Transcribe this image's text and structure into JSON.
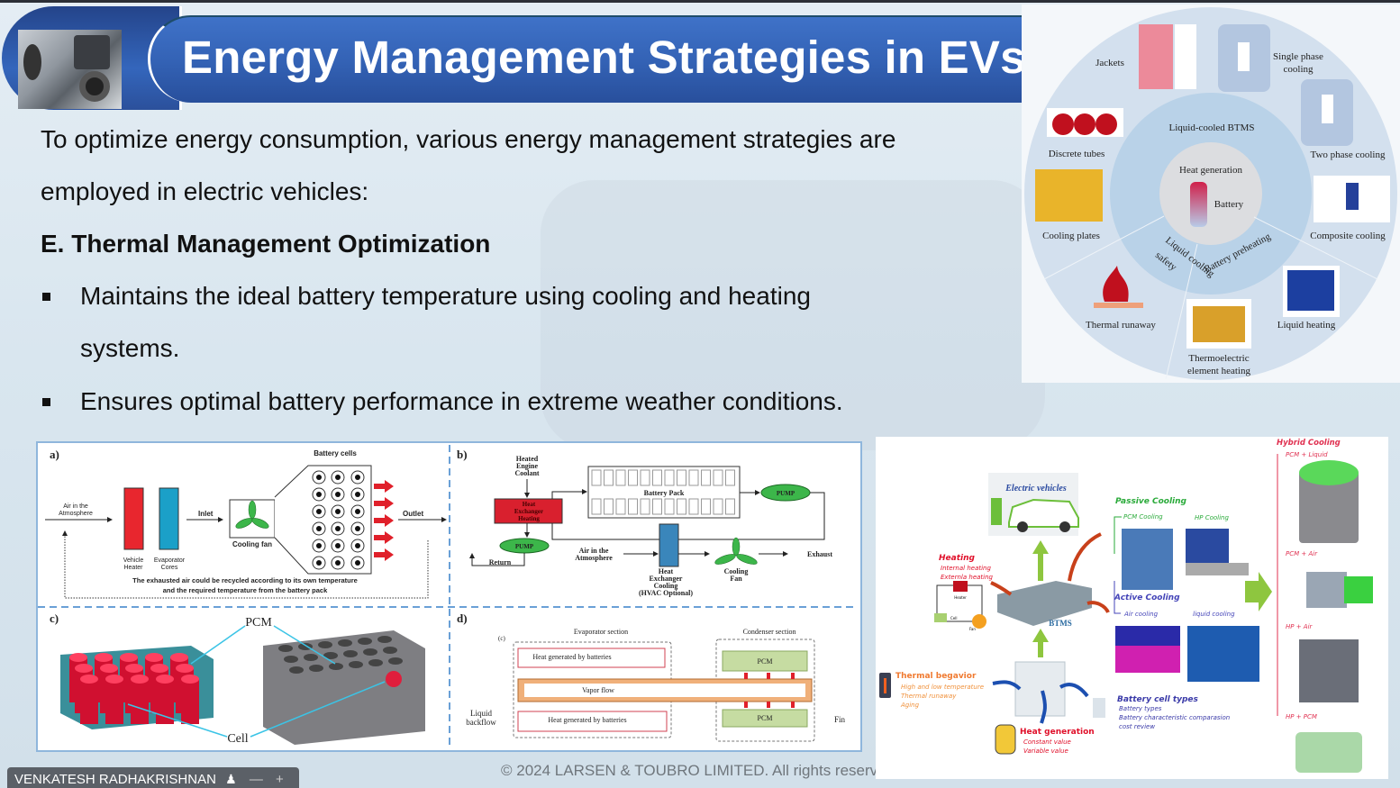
{
  "header": {
    "title": "Energy Management Strategies in EVs"
  },
  "content": {
    "intro_line1": "To optimize energy consumption, various energy management strategies are",
    "intro_line2": "employed in electric vehicles:",
    "section_heading": "E. Thermal Management Optimization",
    "bullets": [
      {
        "line1": "Maintains the ideal battery temperature using cooling and heating",
        "line2": "systems."
      },
      {
        "line1": "Ensures optimal battery performance in extreme weather conditions.",
        "line2": ""
      }
    ]
  },
  "figure_circle": {
    "center": {
      "top": "Heat generation",
      "battery": "Battery"
    },
    "ring": {
      "title": "Liquid-cooled BTMS",
      "left": "Liquid cooling",
      "left2": "safety",
      "right": "Battery preheating"
    },
    "outer": {
      "jackets": "Jackets",
      "single1": "Single phase",
      "single2": "cooling",
      "discrete": "Discrete tubes",
      "two_phase": "Two phase cooling",
      "plates": "Cooling plates",
      "composite": "Composite cooling",
      "runaway": "Thermal runaway",
      "liquid_heating": "Liquid heating",
      "thermo1": "Thermoelectric",
      "thermo2": "element heating"
    }
  },
  "figure_panels": {
    "a": {
      "label": "a)",
      "battery_cells": "Battery cells",
      "air1": "Air in the",
      "air2": "Atmosphere",
      "heater1": "Vehicle",
      "heater2": "Heater",
      "evap1": "Evaporator",
      "evap2": "Cores",
      "inlet": "Inlet",
      "fan": "Cooling fan",
      "outlet": "Outlet",
      "caption1": "The exhausted air could be recycled according to its own temperature",
      "caption2": "and the required temperature from the battery pack"
    },
    "b": {
      "label": "b)",
      "coolant1": "Heated",
      "coolant2": "Engine",
      "coolant3": "Coolant",
      "hx1": "Heat",
      "hx2": "Exchanger",
      "hx3": "Heating",
      "pack": "Battery Pack",
      "pump": "PUMP",
      "return": "Return",
      "air1": "Air in the",
      "air2": "Atmosphere",
      "hxc1": "Heat",
      "hxc2": "Exchanger",
      "hxc3": "Cooling",
      "hxc4": "(HVAC Optional)",
      "fan1": "Cooling",
      "fan2": "Fan",
      "exhaust": "Exhaust"
    },
    "c": {
      "label": "c)",
      "pcm": "PCM",
      "cell": "Cell"
    },
    "d": {
      "label": "d)",
      "sub": "(c)",
      "evap": "Evaporator section",
      "cond": "Condenser section",
      "heat": "Heat generated by batteries",
      "vapor": "Vapor flow",
      "pcm": "PCM",
      "liquid1": "Liquid",
      "liquid2": "backflow",
      "fin": "Fin"
    }
  },
  "figure_btms": {
    "ev": "Electric vehicles",
    "passive": "Passive Cooling",
    "pcm_cooling": "PCM Cooling",
    "hp_cooling": "HP Cooling",
    "active": "Active Cooling",
    "air_cooling": "Air cooling",
    "liquid_cooling": "liquid cooling",
    "heating": "Heating",
    "internal": "Internal heating",
    "external": "Externla heating",
    "heater": "Heater",
    "cell": "Cell",
    "fan": "Fan",
    "btms": "BTMS",
    "thermal": "Thermal begavior",
    "high_low": "High and low temperature",
    "runaway": "Thermal runaway",
    "aging": "Aging",
    "cell_types": "Battery cell types",
    "battery_types": "Battery types",
    "comparison": "Battery characteristic comparasion",
    "cost": "cost review",
    "heat_gen": "Heat generation",
    "constant": "Constant value",
    "variable": "Variable value",
    "hybrid": "Hybrid Cooling",
    "pcm_liquid": "PCM + Liquid",
    "pcm_air": "PCM + Air",
    "hp_air": "HP + Air",
    "hp_pcm": "HP + PCM"
  },
  "footer": {
    "presenter": "VENKATESH RADHAKRISHNAN",
    "minus": "—",
    "plus": "+",
    "copyright": "© 2024 LARSEN & TOUBRO LIMITED. All rights reserv"
  }
}
